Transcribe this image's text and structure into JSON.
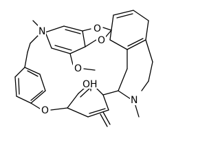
{
  "structure": {
    "atom_labels": {
      "n_left": "N",
      "n_right": "N",
      "o_ether_top": "O",
      "o_ether_upper_right": "O",
      "o_methoxy": "O",
      "o_ether_bottom": "O",
      "oh": "OH"
    },
    "colors": {
      "bond": "#000000",
      "label": "#000000",
      "background": "#ffffff"
    }
  }
}
